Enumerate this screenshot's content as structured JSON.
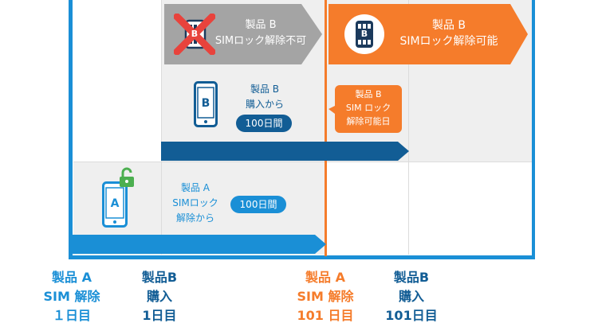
{
  "banners": {
    "locked": {
      "line1": "製品 B",
      "line2": "SIMロック解除不可",
      "sim_letter": "B"
    },
    "unlocked": {
      "line1": "製品 B",
      "line2": "SIMロック解除可能",
      "sim_letter": "B"
    }
  },
  "product_b": {
    "phone_letter": "B",
    "line1": "製品 B",
    "line2": "購入から",
    "pill": "100日間"
  },
  "callout": {
    "line1": "製品 B",
    "line2": "SIM ロック",
    "line3": "解除可能日"
  },
  "product_a": {
    "phone_letter": "A",
    "line1": "製品 A",
    "line2": "SIMロック",
    "line3": "解除から",
    "pill": "100日間"
  },
  "axis_labels": [
    {
      "line1": "製品 A",
      "line2": "SIM 解除",
      "line3": "１日目"
    },
    {
      "line1": "製品B",
      "line2": "購入",
      "line3": "1日目"
    },
    {
      "line1": "製品 A",
      "line2": "SIM 解除",
      "line3": "101 日目"
    },
    {
      "line1": "製品B",
      "line2": "購入",
      "line3": "101日目"
    }
  ],
  "colors": {
    "blue": "#1a8fd6",
    "navy": "#125d95",
    "orange": "#f57c2b",
    "gray": "#a4a4a4",
    "panel": "#efefef",
    "red": "#e8433c"
  }
}
